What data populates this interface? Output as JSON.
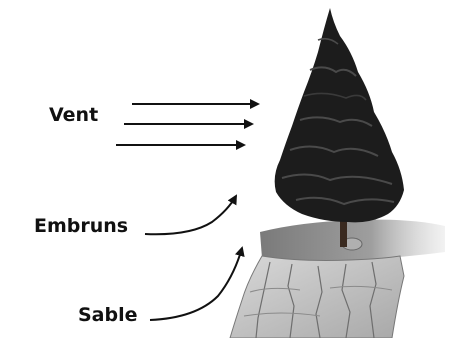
{
  "labels": {
    "wind": "Vent",
    "spray": "Embruns",
    "sand": "Sable"
  },
  "colors": {
    "text": "#111111",
    "arrow": "#111111",
    "foliage_dark": "#1c1c1c",
    "foliage_mid": "#3a3a3a",
    "rock": "#c8c8c8",
    "rock_shadow": "#8a8a8a",
    "ground_top": "#9a9a9a"
  },
  "icons": {
    "tree": "conifer-tree-icon",
    "cliff": "rocky-cliff-icon"
  }
}
